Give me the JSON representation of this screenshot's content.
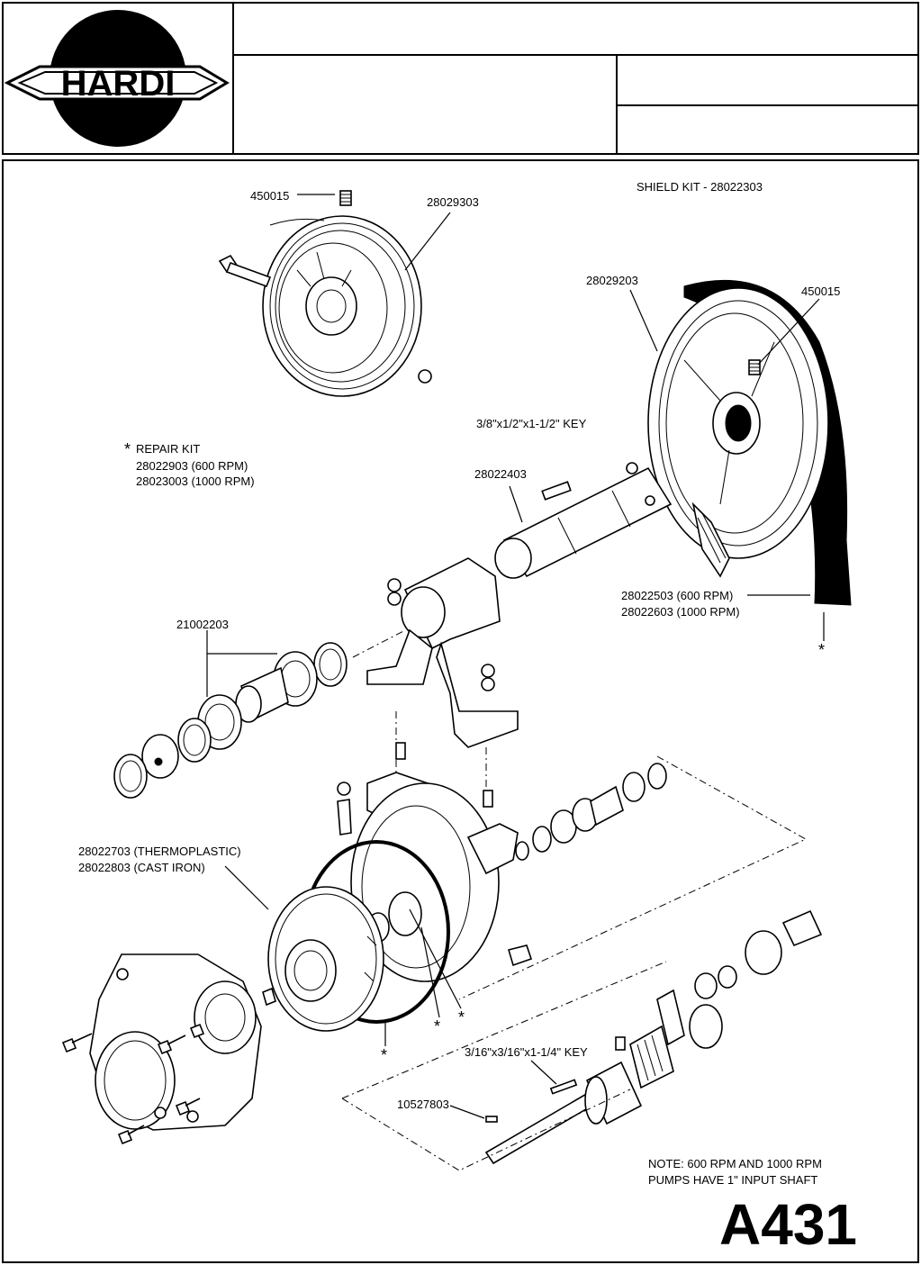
{
  "header": {
    "brand": "HARDI",
    "title_line": "",
    "subtitle_line": "",
    "ref_top": "",
    "ref_bottom": ""
  },
  "labels": {
    "p450015_a": "450015",
    "p28029303": "28029303",
    "shield_kit": "SHIELD KIT - 28022303",
    "p28029203": "28029203",
    "p450015_b": "450015",
    "key1": "3/8\"x1/2\"x1-1/2\" KEY",
    "repair_kit": "REPAIR KIT",
    "rk_600": "28022903 (600 RPM)",
    "rk_1000": "28023003 (1000 RPM)",
    "p28022403": "28022403",
    "belt_600": "28022503 (600 RPM)",
    "belt_1000": "28022603 (1000 RPM)",
    "p21002203": "21002203",
    "impeller_tp": "28022703 (THERMOPLASTIC)",
    "impeller_ci": "28022803 (CAST IRON)",
    "key2": "3/16\"x3/16\"x1-1/4\" KEY",
    "p10527803": "10527803",
    "note_line1": "NOTE: 600 RPM AND 1000 RPM",
    "note_line2": "PUMPS HAVE 1\" INPUT SHAFT",
    "drawing_no": "A431",
    "asterisk": "*"
  },
  "icons": {
    "star": "asterisk-icon",
    "logo": "hardi-logo"
  }
}
